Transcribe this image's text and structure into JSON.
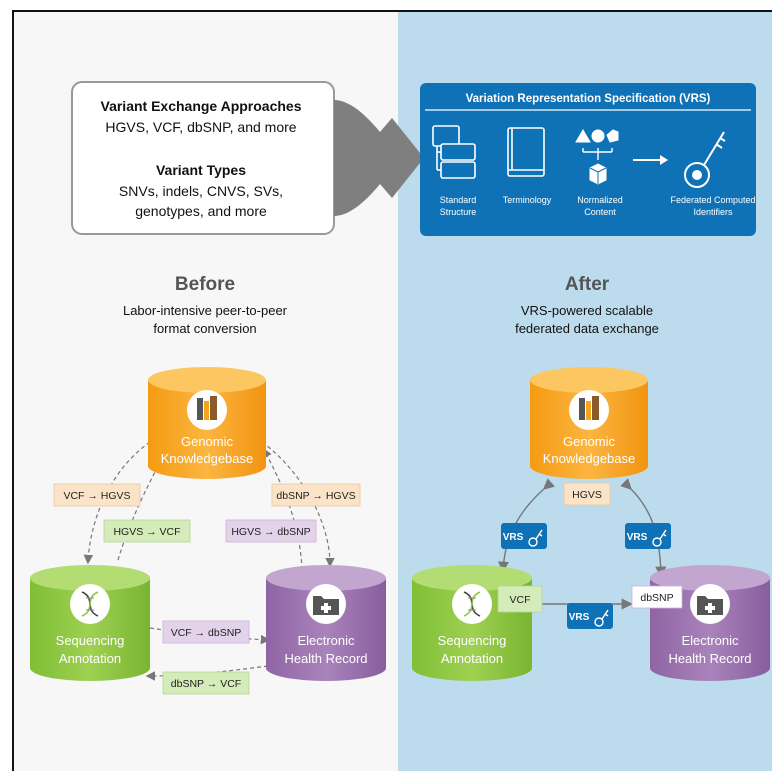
{
  "input_box": {
    "approaches_title": "Variant Exchange Approaches",
    "approaches_text": "HGVS, VCF, dbSNP, and more",
    "types_title": "Variant Types",
    "types_line1": "SNVs, indels, CNVS, SVs,",
    "types_line2": "genotypes, and more"
  },
  "vrs_box": {
    "title": "Variation Representation Specification (VRS)",
    "items": [
      {
        "line1": "Standard",
        "line2": "Structure"
      },
      {
        "line1": "Terminology",
        "line2": ""
      },
      {
        "line1": "Normalized",
        "line2": "Content"
      },
      {
        "line1": "Federated Computed",
        "line2": "Identifiers"
      }
    ]
  },
  "before": {
    "title": "Before",
    "subtitle_line1": "Labor-intensive peer-to-peer",
    "subtitle_line2": "format conversion",
    "conversions": [
      "VCF → HGVS",
      "HGVS → VCF",
      "dbSNP → HGVS",
      "HGVS → dbSNP",
      "VCF → dbSNP",
      "dbSNP → VCF"
    ]
  },
  "after": {
    "title": "After",
    "subtitle_line1": "VRS-powered scalable",
    "subtitle_line2": "federated data exchange",
    "tags": [
      "HGVS",
      "VCF",
      "dbSNP"
    ],
    "vrs_label": "VRS"
  },
  "databases": {
    "genomic_line1": "Genomic",
    "genomic_line2": "Knowledgebase",
    "seq_line1": "Sequencing",
    "seq_line2": "Annotation",
    "ehr_line1": "Electronic",
    "ehr_line2": "Health Record"
  },
  "colors": {
    "orange": "#f7a31c",
    "green": "#8dc63f",
    "purple": "#9c72ae",
    "blue": "#0f72b7",
    "light_blue_bg": "#bcdcee"
  }
}
